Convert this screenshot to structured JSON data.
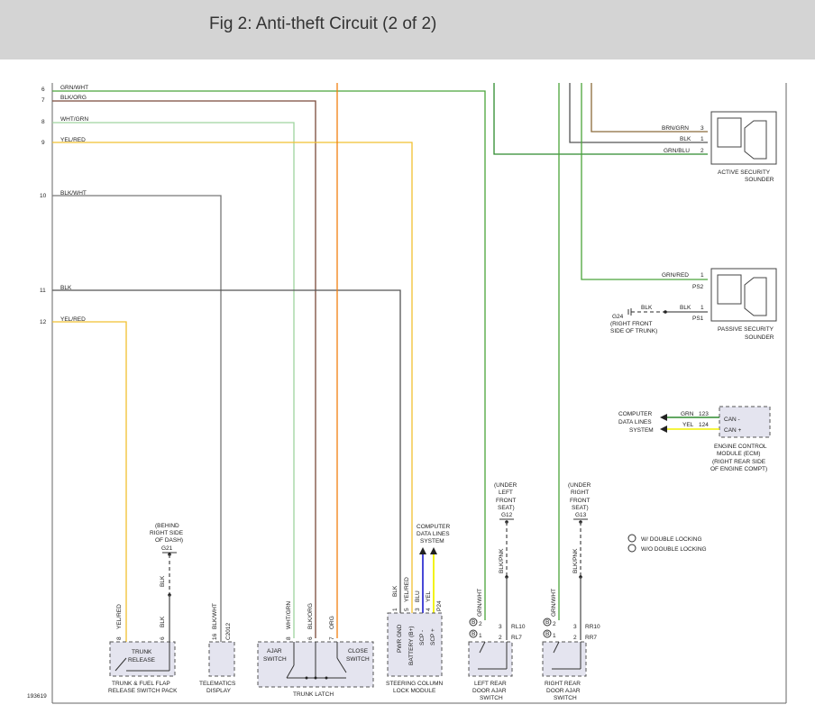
{
  "title": "Fig 2: Anti-theft Circuit (2 of 2)",
  "figure_number": "193619",
  "colors": {
    "grn_wht": "#4aa53a",
    "blk_org": "#7a4a3a",
    "wht_grn": "#9fd49f",
    "yel_red": "#f0c030",
    "blk_wht": "#777777",
    "blk": "#555555",
    "org": "#f07f10",
    "blu": "#1a1acc",
    "yel": "#f0f000",
    "grn": "#2e8b2e",
    "brn_grn": "#8b6a3a"
  },
  "left_pins": [
    {
      "num": "6",
      "wire": "GRN/WHT"
    },
    {
      "num": "7",
      "wire": "BLK/ORG"
    },
    {
      "num": "8",
      "wire": "WHT/GRN"
    },
    {
      "num": "9",
      "wire": "YEL/RED"
    },
    {
      "num": "10",
      "wire": "BLK/WHT"
    },
    {
      "num": "11",
      "wire": "BLK"
    },
    {
      "num": "12",
      "wire": "YEL/RED"
    }
  ],
  "active_sounder": {
    "name": "ACTIVE SECURITY SOUNDER",
    "name_l1": "ACTIVE SECURITY",
    "name_l2": "SOUNDER",
    "pins": [
      {
        "wire": "BRN/GRN",
        "num": "3"
      },
      {
        "wire": "BLK",
        "num": "1"
      },
      {
        "wire": "GRN/BLU",
        "num": "2"
      }
    ]
  },
  "passive_sounder": {
    "name_l1": "PASSIVE SECURITY",
    "name_l2": "SOUNDER",
    "pins": [
      {
        "wire": "GRN/RED",
        "num": "1",
        "conn": "PS2"
      },
      {
        "wire": "BLK",
        "num": "1",
        "conn": "PS1"
      }
    ],
    "ground": {
      "id": "G24",
      "wire": "BLK",
      "loc_l1": "(RIGHT FRONT",
      "loc_l2": "SIDE OF TRUNK)"
    }
  },
  "ecm": {
    "name_l1": "ENGINE CONTROL",
    "name_l2": "MODULE (ECM)",
    "name_l3": "(RIGHT REAR SIDE",
    "name_l4": "OF ENGINE COMPT)",
    "lines": [
      {
        "wire": "GRN",
        "num": "123",
        "signal": "CAN -"
      },
      {
        "wire": "YEL",
        "num": "124",
        "signal": "CAN +"
      }
    ],
    "system_l1": "COMPUTER",
    "system_l2": "DATA LINES",
    "system_l3": "SYSTEM"
  },
  "grounds": {
    "g21": {
      "id": "G21",
      "l1": "(BEHIND",
      "l2": "RIGHT SIDE",
      "l3": "OF DASH)",
      "wire": "BLK"
    },
    "g12": {
      "id": "G12",
      "l1": "(UNDER",
      "l2": "LEFT",
      "l3": "FRONT",
      "l4": "SEAT)"
    },
    "g13": {
      "id": "G13",
      "l1": "(UNDER",
      "l2": "RIGHT",
      "l3": "FRONT",
      "l4": "SEAT)"
    }
  },
  "legend": {
    "a": "W/ DOUBLE LOCKING",
    "b": "W/O DOUBLE LOCKING"
  },
  "trunk_release": {
    "label_l1": "TRUNK",
    "label_l2": "RELEASE",
    "name_l1": "TRUNK & FUEL FLAP",
    "name_l2": "RELEASE SWITCH PACK",
    "pins": [
      {
        "num": "8",
        "wire": "YEL/RED"
      },
      {
        "num": "6",
        "wire": "BLK"
      }
    ]
  },
  "telematics": {
    "name_l1": "TELEMATICS",
    "name_l2": "DISPLAY",
    "pin": "16",
    "wire": "BLK/WHT",
    "conn": "C2012"
  },
  "trunk_latch": {
    "name": "TRUNK LATCH",
    "ajar_l1": "AJAR",
    "ajar_l2": "SWITCH",
    "close_l1": "CLOSE",
    "close_l2": "SWITCH",
    "pins": [
      {
        "num": "8",
        "wire": "WHT/GRN"
      },
      {
        "num": "6",
        "wire": "BLK/ORG"
      },
      {
        "num": "7",
        "wire": "ORG"
      }
    ]
  },
  "steering_lock": {
    "name_l1": "STEERING COLUMN",
    "name_l2": "LOCK MODULE",
    "system_l1": "COMPUTER",
    "system_l2": "DATA LINES",
    "system_l3": "SYSTEM",
    "conn": "P24",
    "pins": [
      {
        "num": "1",
        "wire": "BLK",
        "func": "PWR GND"
      },
      {
        "num": "5",
        "wire": "YEL/RED",
        "func": "BATTERY (B+)"
      },
      {
        "num": "3",
        "wire": "BLU",
        "func": "SCP -"
      },
      {
        "num": "4",
        "wire": "YEL",
        "func": "SCP +"
      }
    ]
  },
  "left_door": {
    "name_l1": "LEFT REAR",
    "name_l2": "DOOR AJAR",
    "name_l3": "SWITCH",
    "wire_top": "GRN/WHT",
    "wire_gnd": "BLK/PNK",
    "pins": [
      {
        "mark": "B",
        "num": "2"
      },
      {
        "mark": "B",
        "num": "1"
      },
      {
        "num": "3",
        "conn": "RL10"
      },
      {
        "num": "2",
        "conn": "RL7"
      }
    ]
  },
  "right_door": {
    "name_l1": "RIGHT REAR",
    "name_l2": "DOOR AJAR",
    "name_l3": "SWITCH",
    "wire_top": "GRN/WHT",
    "wire_gnd": "BLK/PNK",
    "pins": [
      {
        "mark": "B",
        "num": "2"
      },
      {
        "mark": "B",
        "num": "1"
      },
      {
        "num": "3",
        "conn": "RR10"
      },
      {
        "num": "2",
        "conn": "RR7"
      }
    ]
  }
}
